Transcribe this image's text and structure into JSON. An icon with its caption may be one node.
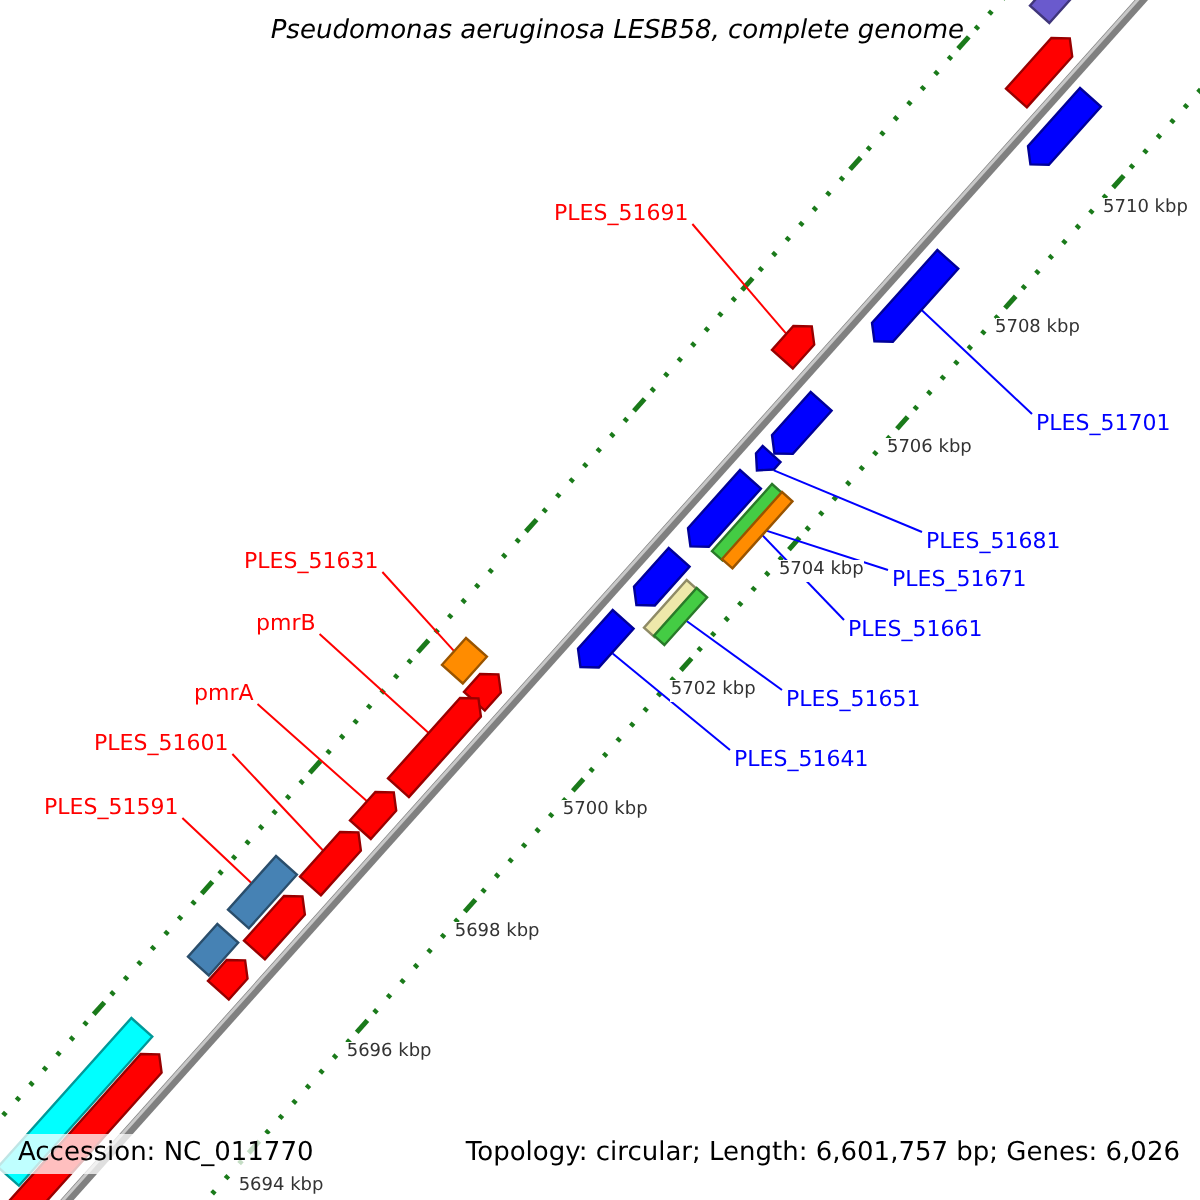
{
  "diagram": {
    "title": "Pseudomonas aeruginosa LESB58, complete genome",
    "nodes": [
      {
        "text": [],
        "shape": "bar"
      },
      {
        "text": [],
        "shape": "arrow"
      },
      {
        "text": [],
        "shape": "arrow"
      },
      {
        "text": [
          "PLES_51691"
        ]
      },
      {
        "text": [],
        "shape": "arrow"
      },
      {
        "text": [],
        "shape": "arrow"
      },
      {
        "text": [
          "PLES_51701"
        ]
      },
      {
        "text": [],
        "shape": "arrow"
      },
      {
        "text": [],
        "shape": "arrow"
      },
      {
        "text": [],
        "shape": "arrow"
      },
      {
        "text": [],
        "shape": "bar"
      },
      {
        "text": [],
        "shape": "bar"
      },
      {
        "text": [
          "PLES_51681"
        ]
      },
      {
        "text": [
          "PLES_51631"
        ]
      },
      {
        "text": [
          "PLES_51671"
        ]
      },
      {
        "text": [],
        "shape": "arrow"
      },
      {
        "text": [],
        "shape": "bar"
      },
      {
        "text": [],
        "shape": "bar"
      },
      {
        "text": [
          "pmrB"
        ]
      },
      {
        "text": [
          "PLES_51661"
        ]
      },
      {
        "text": [],
        "shape": "arrow"
      },
      {
        "text": [],
        "shape": "bar"
      },
      {
        "text": [],
        "shape": "arrow"
      },
      {
        "text": [
          "pmrA"
        ]
      },
      {
        "text": [
          "PLES_51651"
        ]
      },
      {
        "text": [],
        "shape": "arrow"
      },
      {
        "text": [
          "PLES_51601"
        ]
      },
      {
        "text": [
          "PLES_51641"
        ]
      },
      {
        "text": [
          "PLES_51591"
        ]
      },
      {
        "text": [],
        "shape": "arrow"
      },
      {
        "text": [],
        "shape": "arrow"
      },
      {
        "text": [],
        "shape": "bar"
      },
      {
        "text": [],
        "shape": "arrow"
      },
      {
        "text": [],
        "shape": "bar"
      },
      {
        "text": [],
        "shape": "arrow"
      },
      {
        "text": [],
        "shape": "bar"
      },
      {
        "text": [],
        "shape": "arrow"
      }
    ],
    "edges": [
      {
        "from": 3,
        "to": 5,
        "arrow": "none"
      },
      {
        "from": 6,
        "to": 4,
        "arrow": "none",
        "color": "#0000ff"
      },
      {
        "from": 12,
        "to": 8,
        "arrow": "none",
        "color": "#0000ff"
      },
      {
        "from": 13,
        "to": 21,
        "arrow": "none"
      },
      {
        "from": 14,
        "to": 10,
        "arrow": "none",
        "color": "#0000ff"
      },
      {
        "from": 18,
        "to": 25,
        "arrow": "none"
      },
      {
        "from": 19,
        "to": 11,
        "arrow": "none",
        "color": "#0000ff"
      },
      {
        "from": 23,
        "to": 29,
        "arrow": "none"
      },
      {
        "from": 24,
        "to": 16,
        "arrow": "none",
        "color": "#0000ff"
      },
      {
        "from": 26,
        "to": 30,
        "arrow": "none"
      },
      {
        "from": 27,
        "to": 20,
        "arrow": "none",
        "color": "#0000ff"
      },
      {
        "from": 28,
        "to": 31,
        "arrow": "none"
      }
    ],
    "labels": [
      "5710 kbp",
      "5708 kbp",
      "5706 kbp",
      "5704 kbp",
      "5702 kbp",
      "5700 kbp",
      "5698 kbp",
      "5696 kbp",
      "5694 kbp",
      "Accession: NC_011770",
      "Topology: circular; Length: 6,601,757 bp; Genes: 6,026"
    ]
  }
}
